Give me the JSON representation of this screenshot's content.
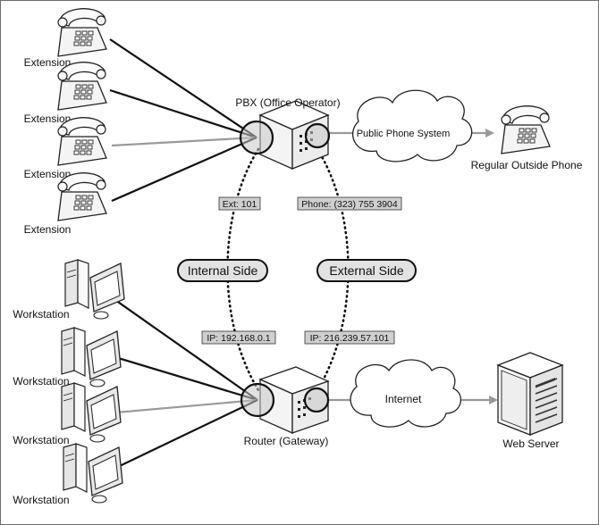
{
  "pbx": {
    "label": "PBX (Office Operator)",
    "ext_tag": "Ext: 101",
    "phone_tag": "Phone: (323) 755 3904"
  },
  "router": {
    "label": "Router (Gateway)",
    "ip_internal": "IP: 192.168.0.1",
    "ip_external": "IP: 216.239.57.101"
  },
  "sides": {
    "internal": "Internal Side",
    "external": "External Side"
  },
  "clouds": {
    "phone": "Public Phone System",
    "internet": "Internet"
  },
  "endpoints": {
    "outside_phone": "Regular Outside Phone",
    "web_server": "Web Server"
  },
  "extensions": [
    {
      "label": "Extension",
      "link": "active"
    },
    {
      "label": "Extension",
      "link": "active"
    },
    {
      "label": "Extension",
      "link": "idle"
    },
    {
      "label": "Extension",
      "link": "active"
    }
  ],
  "workstations": [
    {
      "label": "Workstation",
      "link": "active"
    },
    {
      "label": "Workstation",
      "link": "active"
    },
    {
      "label": "Workstation",
      "link": "idle"
    },
    {
      "label": "Workstation",
      "link": "active"
    }
  ],
  "colors": {
    "active_link": "#111111",
    "idle_link": "#9a9a9a",
    "tag_fill": "#cfcfcf",
    "device_fill": "#f2f2f2"
  }
}
